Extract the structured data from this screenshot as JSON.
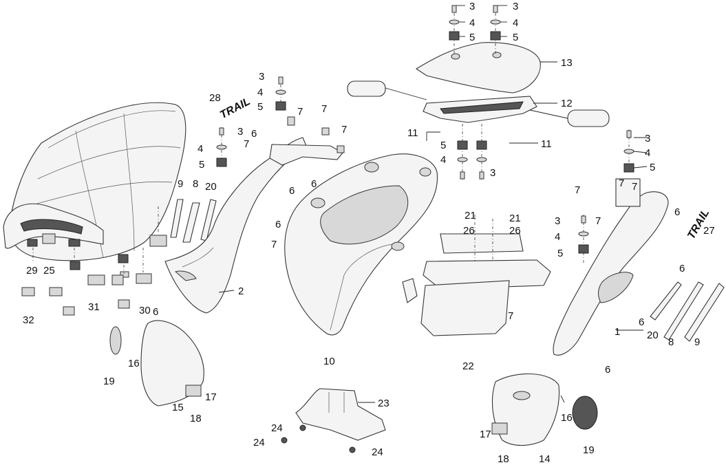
{
  "diagram": {
    "callouts": {
      "n1": "1",
      "n2": "2",
      "n3": "3",
      "n4": "4",
      "n5": "5",
      "n6": "6",
      "n7": "7",
      "n8": "8",
      "n9": "9",
      "n10": "10",
      "n11": "11",
      "n12": "12",
      "n13": "13",
      "n14": "14",
      "n15": "15",
      "n16": "16",
      "n17": "17",
      "n18": "18",
      "n19": "19",
      "n20": "20",
      "n21": "21",
      "n22": "22",
      "n23": "23",
      "n24": "24",
      "n25": "25",
      "n26": "26",
      "n27": "27",
      "n28": "28",
      "n29": "29",
      "n30": "30",
      "n31": "31",
      "n32": "32"
    },
    "decal_text": "TRAIL"
  }
}
